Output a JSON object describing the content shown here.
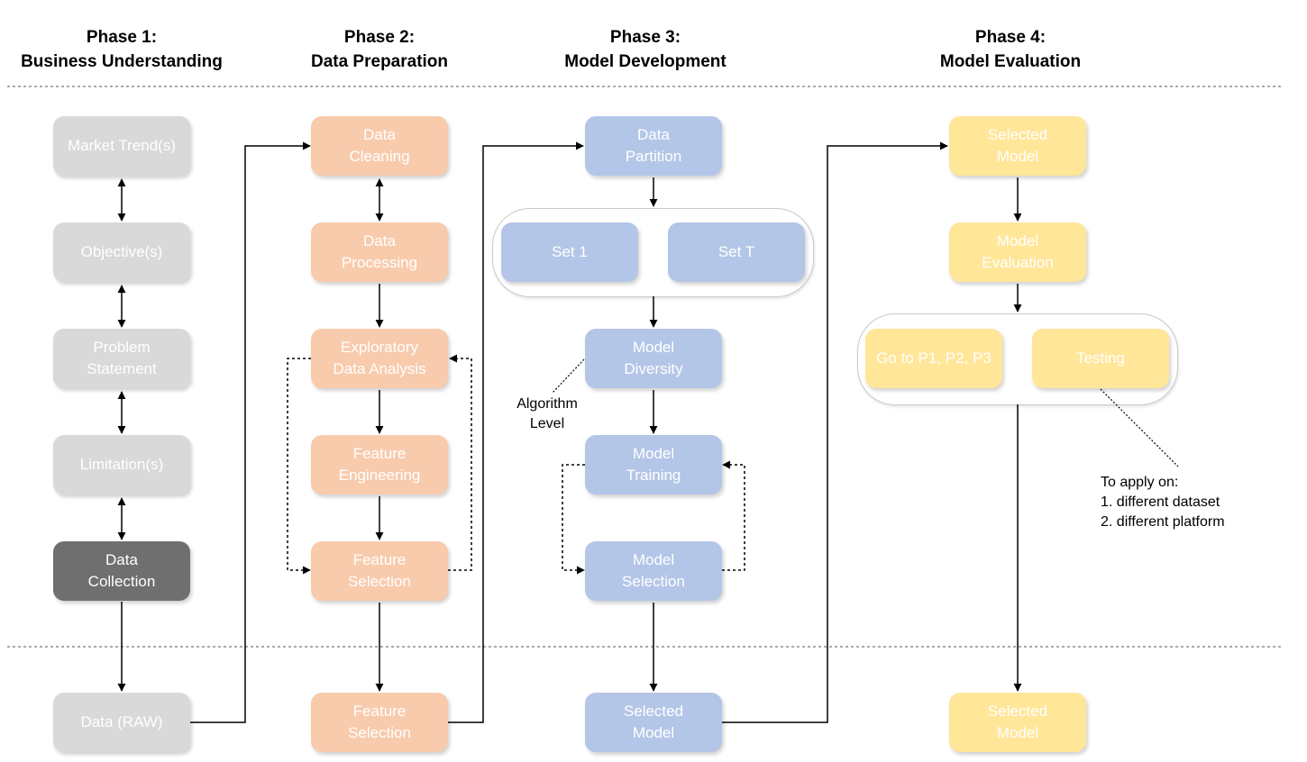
{
  "phases": [
    {
      "line1": "Phase 1:",
      "line2": "Business Understanding"
    },
    {
      "line1": "Phase 2:",
      "line2": "Data Preparation"
    },
    {
      "line1": "Phase 3:",
      "line2": "Model Development"
    },
    {
      "line1": "Phase 4:",
      "line2": "Model Evaluation"
    }
  ],
  "phase1": {
    "market_trends": "Market Trend(s)",
    "objectives": "Objective(s)",
    "problem_statement": [
      "Problem",
      "Statement"
    ],
    "limitations": "Limitation(s)",
    "data_collection": [
      "Data",
      "Collection"
    ],
    "output": "Data (RAW)"
  },
  "phase2": {
    "data_cleaning": [
      "Data",
      "Cleaning"
    ],
    "data_processing": [
      "Data",
      "Processing"
    ],
    "eda": [
      "Exploratory",
      "Data Analysis"
    ],
    "feature_engineering": [
      "Feature",
      "Engineering"
    ],
    "feature_selection": [
      "Feature",
      "Selection"
    ],
    "output": [
      "Feature",
      "Selection"
    ]
  },
  "phase3": {
    "data_partition": [
      "Data",
      "Partition"
    ],
    "set_1": "Set 1",
    "set_t": "Set T",
    "model_diversity": [
      "Model",
      "Diversity"
    ],
    "model_training": [
      "Model",
      "Training"
    ],
    "model_selection": [
      "Model",
      "Selection"
    ],
    "algorithm_note": [
      "Algorithm",
      "Level"
    ],
    "output": [
      "Selected",
      "Model"
    ]
  },
  "phase4": {
    "selected_model": [
      "Selected",
      "Model"
    ],
    "model_evaluation": [
      "Model",
      "Evaluation"
    ],
    "go_to": "Go to P1, P2, P3",
    "testing": "Testing",
    "apply_note": [
      "To apply on:",
      "1. different dataset",
      "2. different platform"
    ],
    "output": [
      "Selected",
      "Model"
    ]
  },
  "colors": {
    "phase1_node": "#d9d9d9",
    "phase1_dark": "#6f6f6f",
    "phase2_node": "#f8cbad",
    "phase3_node": "#b4c6e7",
    "phase4_node": "#ffe699",
    "node_text": "#ffffff",
    "line": "#000000"
  }
}
